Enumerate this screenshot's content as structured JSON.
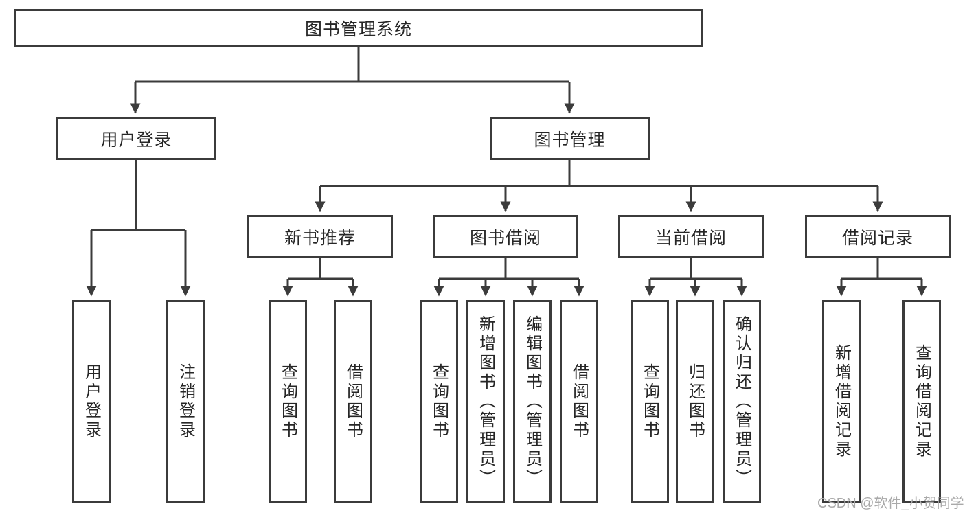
{
  "diagram": {
    "title_node": {
      "label": "图书管理系统"
    },
    "level2": {
      "user_login": {
        "label": "用户登录"
      },
      "book_management": {
        "label": "图书管理"
      }
    },
    "level3": {
      "new_book_recommend": {
        "label": "新书推荐"
      },
      "book_borrowing": {
        "label": "图书借阅"
      },
      "current_borrowing": {
        "label": "当前借阅"
      },
      "borrowing_records": {
        "label": "借阅记录"
      }
    },
    "leaves": {
      "user_login": [
        "用户登录",
        "注销登录"
      ],
      "new_book_recommend": [
        "查询图书",
        "借阅图书"
      ],
      "book_borrowing": [
        "查询图书",
        "新增图书（管理员）",
        "编辑图书（管理员）",
        "借阅图书"
      ],
      "current_borrowing": [
        "查询图书",
        "归还图书",
        "确认归还（管理员）"
      ],
      "borrowing_records": [
        "新增借阅记录",
        "查询借阅记录"
      ]
    }
  },
  "watermark": {
    "text": "CSDN @软件_小贺同学"
  },
  "colors": {
    "line": "#3b3b3b",
    "box_border": "#3b3b3b",
    "text": "#262626",
    "watermark": "#a9a9a9",
    "background": "#ffffff"
  }
}
